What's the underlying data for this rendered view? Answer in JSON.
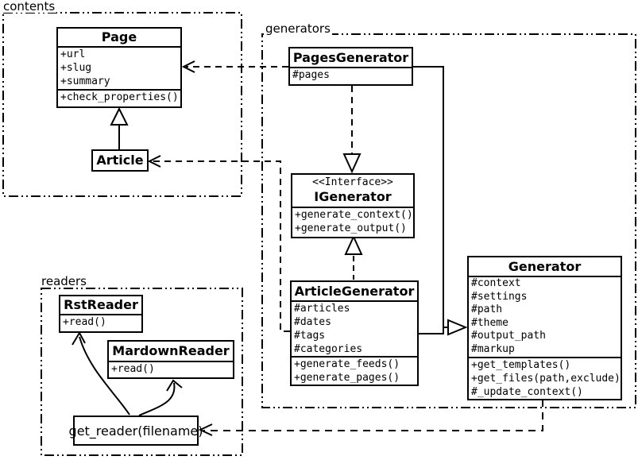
{
  "diagram": {
    "kind": "uml-class-diagram",
    "colors": {
      "line": "#000000",
      "background": "#ffffff",
      "box_fill": "#ffffff"
    }
  },
  "packages": {
    "contents": {
      "label": "contents"
    },
    "generators": {
      "label": "generators"
    },
    "readers": {
      "label": "readers"
    }
  },
  "classes": {
    "page": {
      "name": "Page",
      "attributes": [
        "+url",
        "+slug",
        "+summary"
      ],
      "methods": [
        "+check_properties()"
      ]
    },
    "article": {
      "name": "Article"
    },
    "pages_generator": {
      "name": "PagesGenerator",
      "attributes": [
        "#pages"
      ]
    },
    "igenerator": {
      "stereotype": "<<Interface>>",
      "name": "IGenerator",
      "methods": [
        "+generate_context()",
        "+generate_output()"
      ]
    },
    "article_generator": {
      "name": "ArticleGenerator",
      "attributes": [
        "#articles",
        "#dates",
        "#tags",
        "#categories"
      ],
      "methods": [
        "+generate_feeds()",
        "+generate_pages()"
      ]
    },
    "generator": {
      "name": "Generator",
      "attributes": [
        "#context",
        "#settings",
        "#path",
        "#theme",
        "#output_path",
        "#markup"
      ],
      "methods": [
        "+get_templates()",
        "+get_files(path,exclude)",
        "#_update_context()"
      ]
    },
    "rst_reader": {
      "name": "RstReader",
      "methods": [
        "+read()"
      ]
    },
    "markdown_reader": {
      "name": "MardownReader",
      "methods": [
        "+read()"
      ]
    },
    "get_reader": {
      "label": "get_reader(filename)"
    }
  }
}
